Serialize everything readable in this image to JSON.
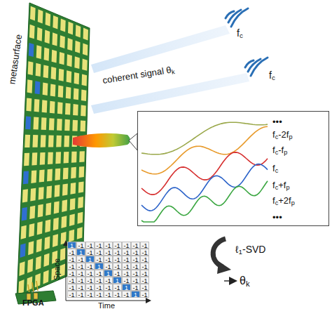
{
  "diagram": {
    "nodes": [
      {
        "text": [
          "•••",
          "fc-2fp",
          "fc-fp",
          "fc",
          "fc+fp",
          "fc+2fp",
          "•••"
        ]
      }
    ],
    "labels": [
      "metasurface",
      "fc",
      "fc",
      "coherent signal θk",
      "Space",
      "Time",
      "FPGA",
      "ℓ1-SVD",
      "θk",
      "1",
      "-1",
      "-1",
      "-1",
      "-1",
      "-1",
      "-1",
      "-1",
      "-1",
      "-1",
      "1",
      "-1",
      "-1",
      "-1",
      "-1",
      "-1",
      "-1",
      "-1",
      "-1",
      "-1",
      "1",
      "-1",
      "-1",
      "-1",
      "-1",
      "-1",
      "-1",
      "-1",
      "-1",
      "-1",
      "1",
      "-1",
      "-1",
      "-1",
      "-1",
      "-1",
      "-1",
      "-1",
      "-1",
      "-1",
      "1",
      "-1",
      "-1",
      "-1",
      "-1",
      "-1",
      "-1",
      "-1",
      "-1",
      "-1",
      "1",
      "-1",
      "-1",
      "-1",
      "-1",
      "-1",
      "-1",
      "-1",
      "-1",
      "-1",
      "1",
      "-1",
      "-1",
      "-1",
      "-1",
      "-1",
      "-1",
      "-1",
      "-1",
      "-1",
      "1",
      "-1"
    ]
  }
}
